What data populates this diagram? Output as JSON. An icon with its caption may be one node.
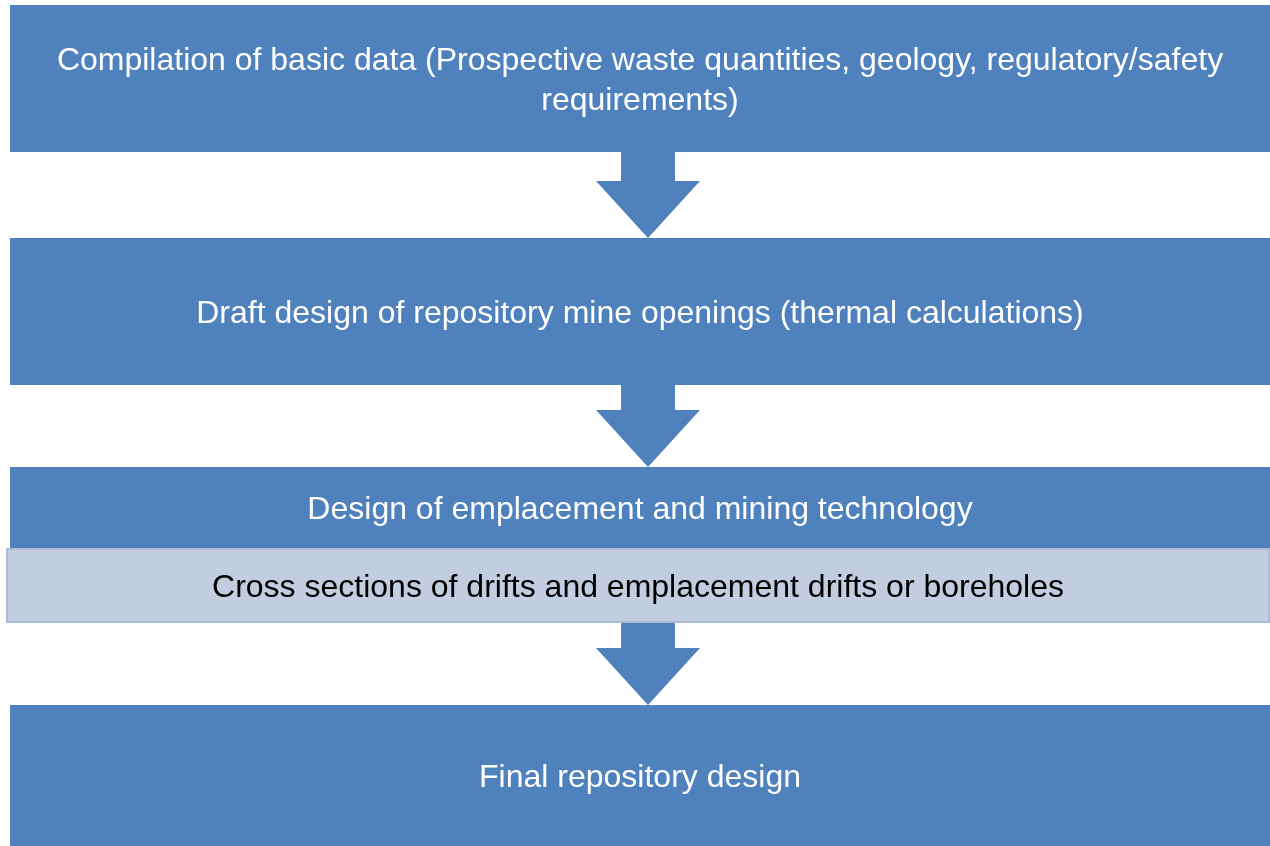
{
  "diagram": {
    "nodes": [
      {
        "text": [
          "Compilation of basic data (Prospective waste quantities, geology, regulatory/safety requirements)"
        ]
      },
      {
        "text": [
          "Draft design of repository mine openings (thermal calculations)"
        ]
      },
      {
        "text": [
          "Design of emplacement and mining technology"
        ]
      },
      {
        "text": [
          "Cross sections of drifts and emplacement drifts or boreholes"
        ]
      },
      {
        "text": [
          "Final repository design"
        ]
      }
    ],
    "edges": [
      {
        "from": 0,
        "to": 1,
        "arrow": "to"
      },
      {
        "from": 1,
        "to": 2,
        "arrow": "to"
      },
      {
        "from": 3,
        "to": 4,
        "arrow": "to"
      }
    ]
  }
}
